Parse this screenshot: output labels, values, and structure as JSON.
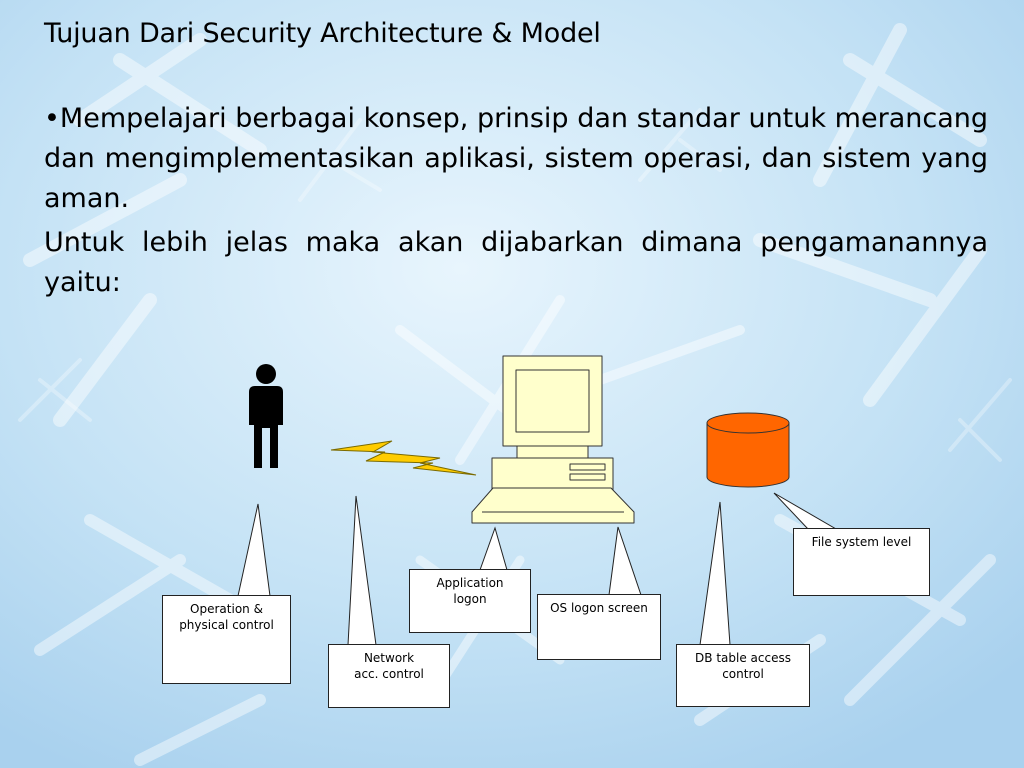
{
  "slide": {
    "title": "Tujuan Dari Security Architecture & Model",
    "bullet_paragraph": "•Mempelajari berbagai konsep, prinsip dan standar untuk merancang dan mengimplementasikan aplikasi, sistem operasi, dan sistem yang aman.",
    "follow_paragraph": "Untuk lebih jelas maka akan dijabarkan dimana pengamanannya yaitu:"
  },
  "diagram": {
    "icons": [
      "person-icon",
      "lightning-bolt-icon",
      "computer-icon",
      "database-cylinder-icon"
    ],
    "callouts": {
      "operation": [
        "Operation &",
        "physical control"
      ],
      "network": [
        "Network",
        "acc. control"
      ],
      "application": [
        "Application",
        "logon"
      ],
      "os": [
        "OS logon screen"
      ],
      "db": [
        "DB table access",
        "control"
      ],
      "filesystem": [
        "File system level"
      ]
    }
  },
  "colors": {
    "background": "#bcdcf2",
    "monitor": "#ffffcc",
    "lightning": "#ffcc00",
    "database": "#ff6600",
    "callout_fill": "#ffffff"
  }
}
